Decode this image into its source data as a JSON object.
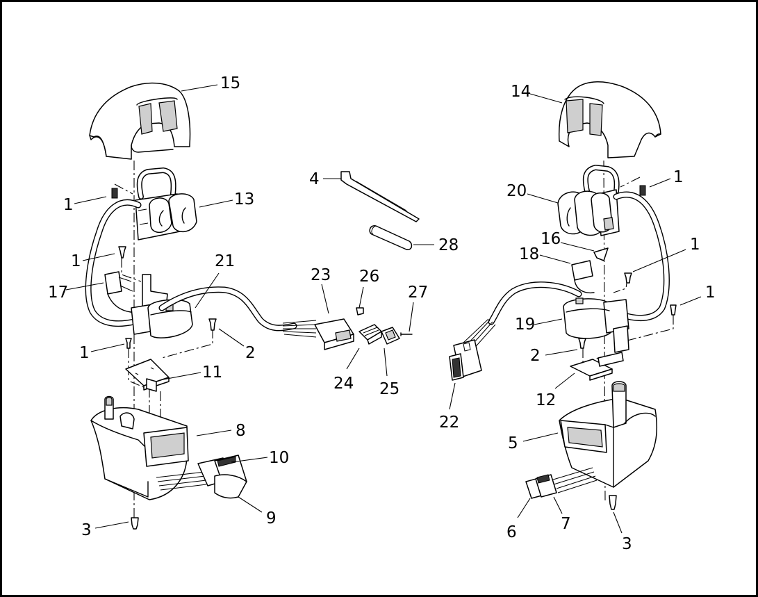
{
  "labels": {
    "l1a": "1",
    "l1b": "1",
    "l1c": "1",
    "l1d": "1",
    "l1e": "1",
    "l1f": "1",
    "l2a": "2",
    "l2b": "2",
    "l3a": "3",
    "l3b": "3",
    "l4": "4",
    "l5": "5",
    "l6": "6",
    "l7": "7",
    "l8": "8",
    "l9": "9",
    "l10": "10",
    "l11": "11",
    "l12": "12",
    "l13": "13",
    "l14": "14",
    "l15": "15",
    "l16": "16",
    "l17": "17",
    "l18": "18",
    "l19": "19",
    "l20": "20",
    "l21": "21",
    "l22": "22",
    "l23": "23",
    "l24": "24",
    "l25": "25",
    "l26": "26",
    "l27": "27",
    "l28": "28"
  }
}
